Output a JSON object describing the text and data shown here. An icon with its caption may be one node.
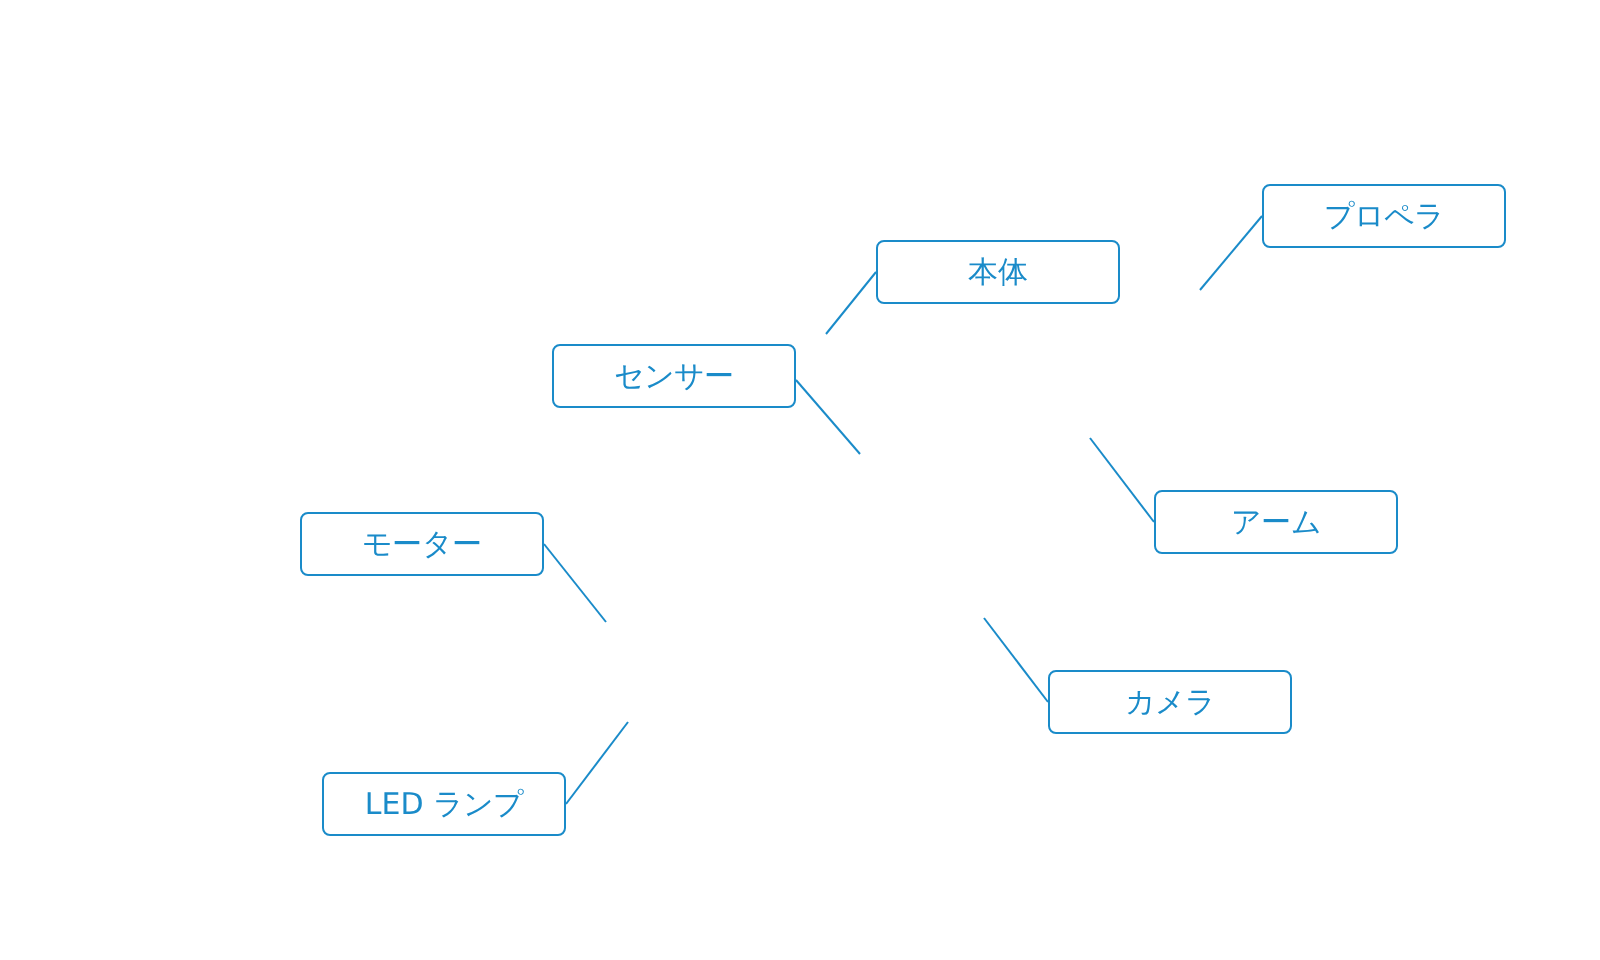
{
  "diagram": {
    "nodes": [
      {
        "text": [
          "プロペラ"
        ]
      },
      {
        "text": [
          "本体"
        ]
      },
      {
        "text": [
          "センサー"
        ]
      },
      {
        "text": [
          "アーム"
        ]
      },
      {
        "text": [
          "モーター"
        ]
      },
      {
        "text": [
          "カメラ"
        ]
      },
      {
        "text": [
          "LED ランプ"
        ]
      }
    ],
    "edges": [
      {
        "from": 0,
        "to": null,
        "arrow": "none"
      },
      {
        "from": 1,
        "to": null,
        "arrow": "none"
      },
      {
        "from": 2,
        "to": null,
        "arrow": "none"
      },
      {
        "from": 3,
        "to": null,
        "arrow": "none"
      },
      {
        "from": 4,
        "to": null,
        "arrow": "none"
      },
      {
        "from": 5,
        "to": null,
        "arrow": "none"
      },
      {
        "from": 6,
        "to": null,
        "arrow": "none"
      }
    ]
  }
}
